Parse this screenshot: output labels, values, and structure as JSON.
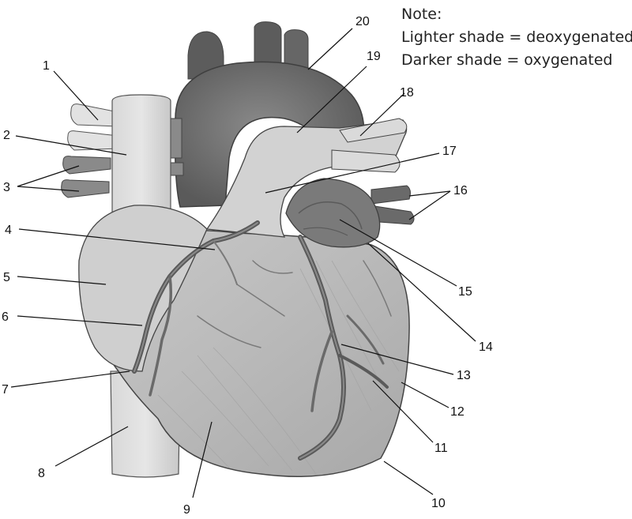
{
  "note": {
    "heading": "Note:",
    "line1": "Lighter shade = deoxygenated",
    "line2": "Darker shade = oxygenated"
  },
  "labels": [
    "1",
    "2",
    "3",
    "4",
    "5",
    "6",
    "7",
    "8",
    "9",
    "10",
    "11",
    "12",
    "13",
    "14",
    "15",
    "16",
    "17",
    "18",
    "19",
    "20"
  ],
  "colors": {
    "oxygenated": "#6f6f6f",
    "deoxygenated": "#cfcfcf",
    "muscle": "#bdbdbd",
    "vessel": "#5a5a5a"
  }
}
